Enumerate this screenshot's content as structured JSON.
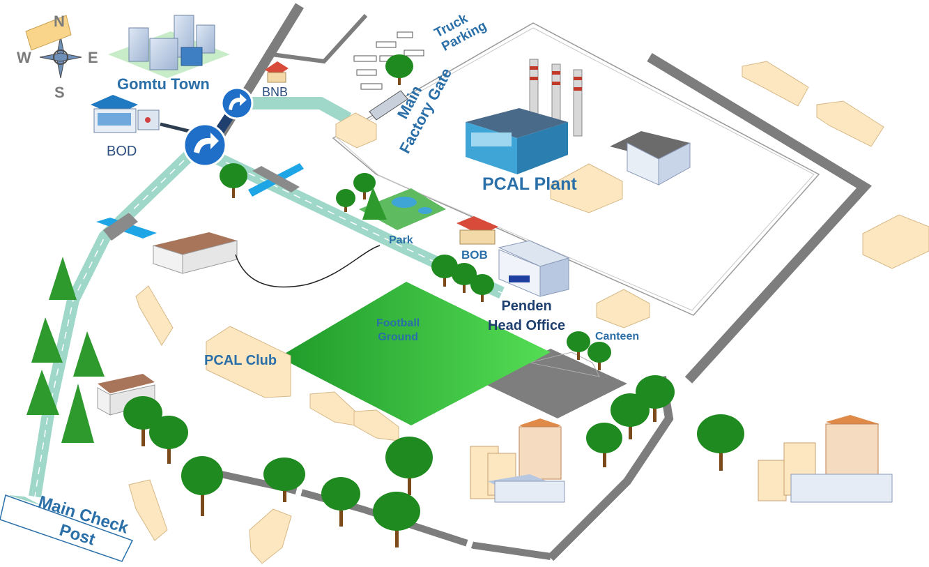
{
  "compass": {
    "n": "N",
    "s": "S",
    "e": "E",
    "w": "W"
  },
  "labels": {
    "gomtu_town": "Gomtu Town",
    "bnb": "BNB",
    "bod": "BOD",
    "truck_parking": "Truck\nParking",
    "main_factory_gate": "Main\nFactory Gate",
    "pcal_plant": "PCAL Plant",
    "park": "Park",
    "bob": "BOB",
    "penden_head_office": "Penden\nHead Office",
    "canteen": "Canteen",
    "football_ground": "Football\nGround",
    "pcal_club": "PCAL Club",
    "main_check_post": "Main Check\nPost"
  },
  "colors": {
    "road_dark": "#7d7d7d",
    "path_green": "#9fd8c8",
    "plant_blue": "#3fa5d6",
    "field_green": "#3fc83f",
    "label_blue": "#2a6fa8",
    "block_fill": "#fde7c1"
  }
}
